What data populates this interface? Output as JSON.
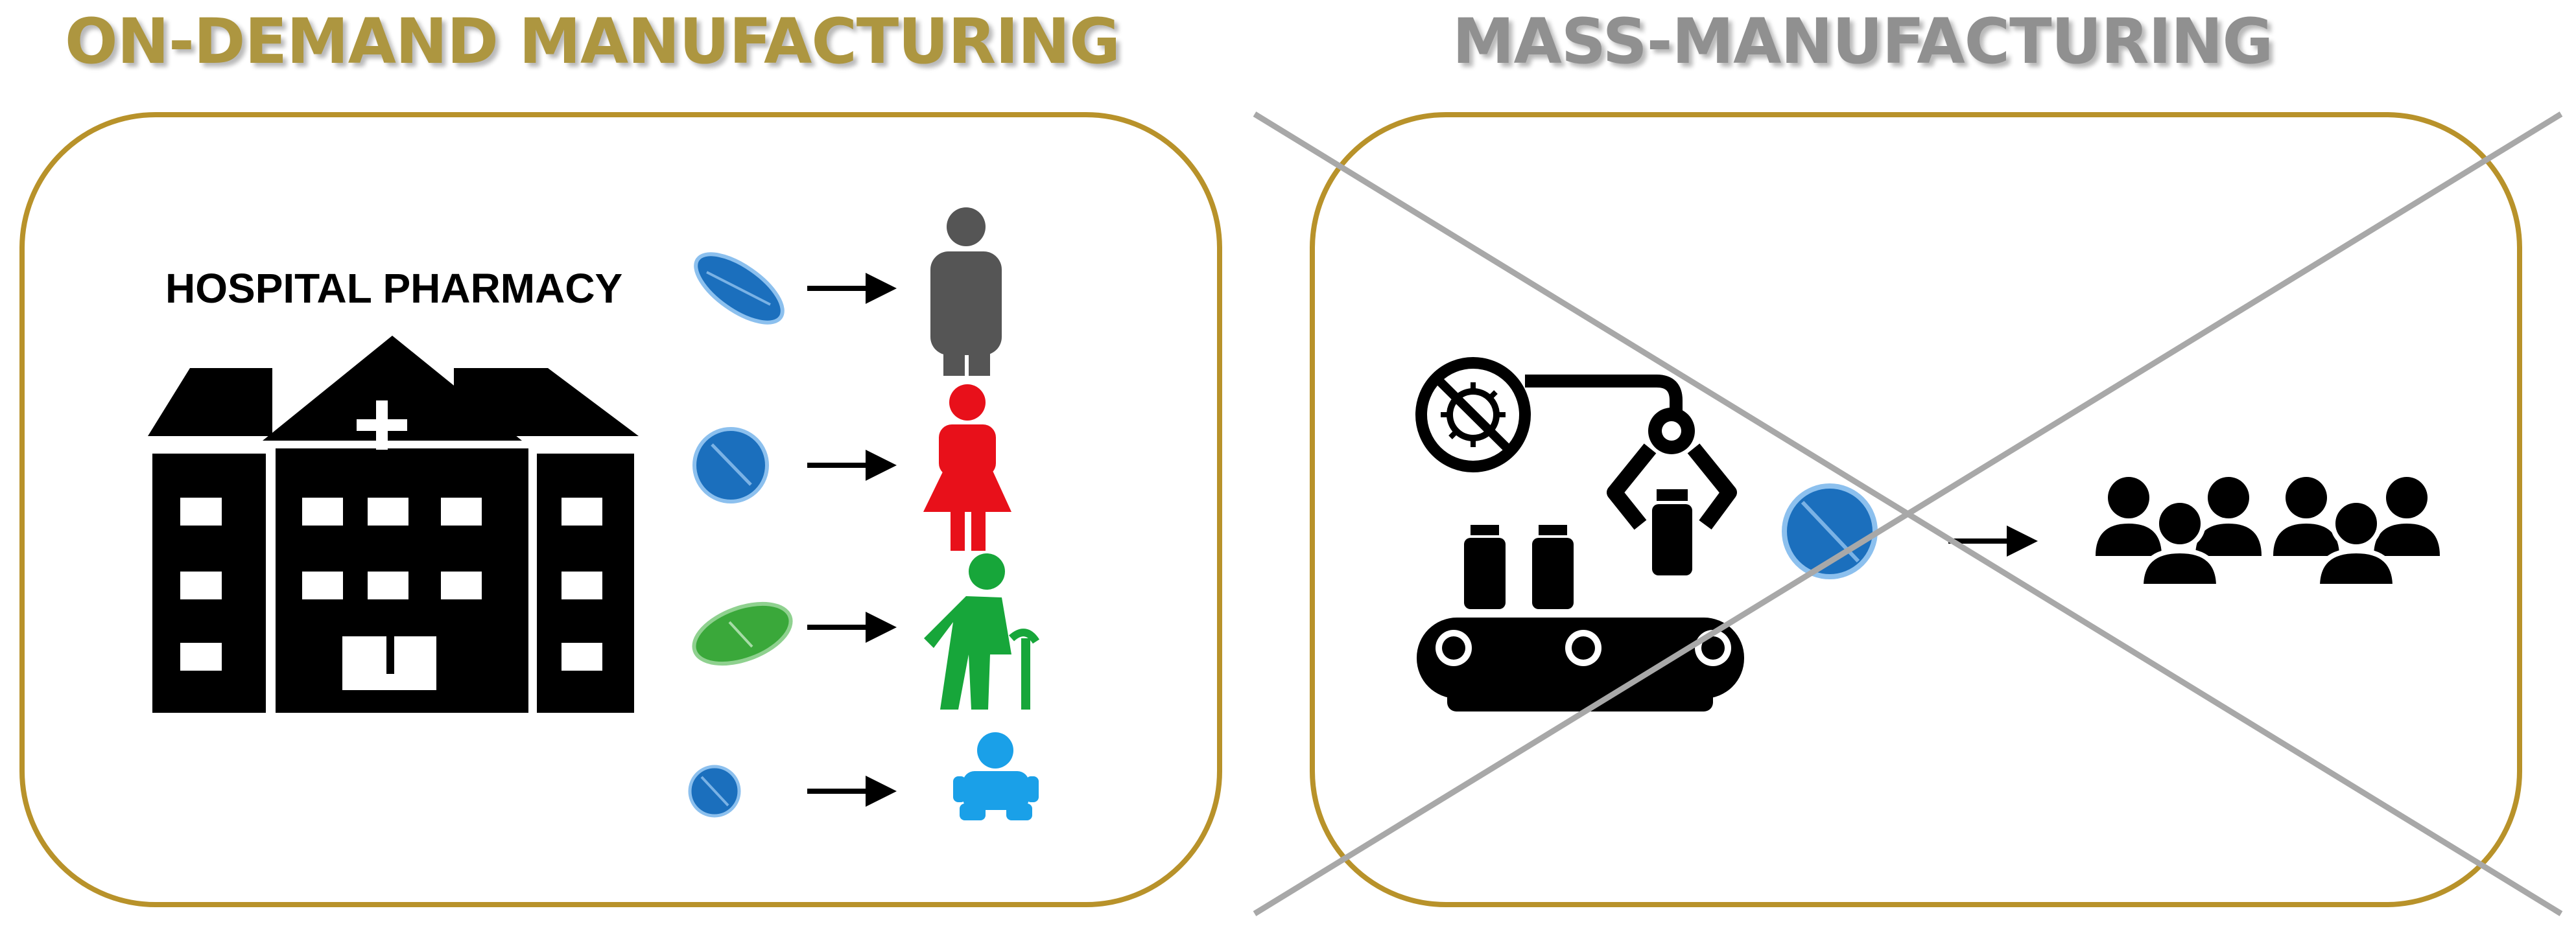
{
  "diagram": {
    "left_title": "ON-DEMAND MANUFACTURING",
    "right_title": "MASS-MANUFACTURING",
    "pharmacy_label": "HOSPITAL PHARMACY",
    "colors": {
      "left_title": "#ad9640",
      "right_title": "#909090",
      "panel_border": "#b8922a",
      "cross": "#a8a8a8",
      "pill_blue": "#1b6fbd",
      "pill_green": "#3aa83a",
      "person_adult": "#555555",
      "person_woman": "#e8101a",
      "person_elderly": "#17a63a",
      "person_baby": "#1aa0e8"
    },
    "rows": [
      {
        "pill": "blue-oval-tablet",
        "patient": "adult-man-icon"
      },
      {
        "pill": "blue-round-tablet",
        "patient": "woman-icon"
      },
      {
        "pill": "green-oval-tablet",
        "patient": "elderly-person-icon"
      },
      {
        "pill": "small-blue-tablet",
        "patient": "baby-icon"
      }
    ],
    "right_icons": [
      "virus-crossed-icon",
      "robotic-arm-icon",
      "conveyor-belt-icon",
      "bottle-icon",
      "pill-icon",
      "arrow-icon",
      "crowd-icon"
    ]
  }
}
